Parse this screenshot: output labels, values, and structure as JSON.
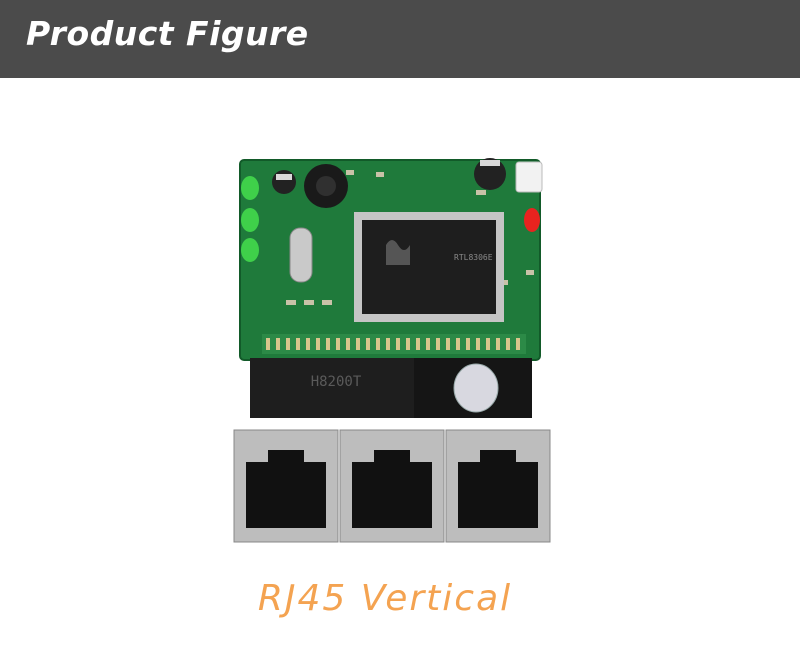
{
  "header": {
    "title": "Product Figure"
  },
  "product_image": {
    "chip_marking": "RTL8306E",
    "transformer_marking": "H8200T",
    "port_count": 3,
    "led_colors": [
      "#3fd04a",
      "#3fd04a",
      "#3fd04a",
      "#e8231f"
    ],
    "board_color": "#1f7a3b"
  },
  "caption": {
    "text": "RJ45 Vertical",
    "color": "#f4a351"
  }
}
